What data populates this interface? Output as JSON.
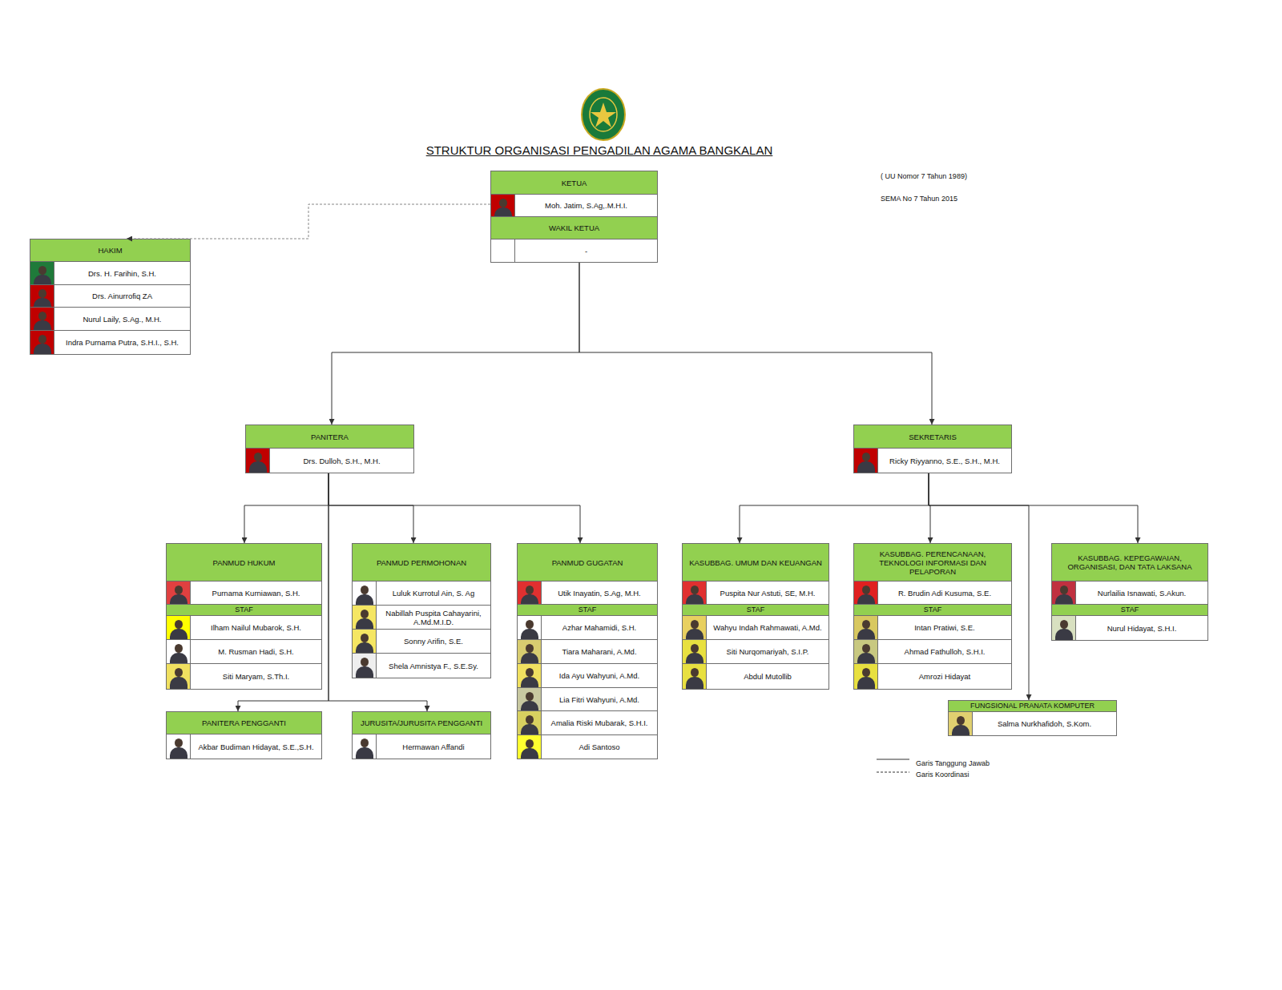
{
  "diagram": {
    "title": "STRUKTUR ORGANISASI PENGADILAN AGAMA BANGKALAN",
    "nodes": [
      {
        "text": [
          "KETUA",
          "Moh. Jatim, S.Ag,.M.H.I.",
          "WAKIL KETUA",
          "-"
        ]
      },
      {
        "text": [
          "HAKIM",
          "Drs. H. Farihin, S.H.",
          "Drs. Ainurrofiq ZA",
          "Nurul Laily, S.Ag., M.H.",
          "Indra Purnama Putra, S.H.I., S.H."
        ]
      },
      {
        "text": [
          "PANITERA",
          "Drs. Dulloh, S.H., M.H."
        ]
      },
      {
        "text": [
          "SEKRETARIS",
          "Ricky Riyyanno, S.E., S.H., M.H."
        ]
      },
      {
        "text": [
          "PANMUD HUKUM",
          "Purnama Kurniawan, S.H.",
          "STAF",
          "Ilham Nailul Mubarok, S.H.",
          "M. Rusman Hadi, S.H.",
          "Siti Maryam, S.Th.I."
        ]
      },
      {
        "text": [
          "PANMUD PERMOHONAN",
          "Luluk Kurrotul Ain, S. Ag",
          "Nabillah Puspita Cahayarini, A.Md.M.I.D.",
          "Sonny Arifin, S.E.",
          "Shela Amnistya F., S.E.Sy."
        ]
      },
      {
        "text": [
          "PANMUD GUGATAN",
          "Utik Inayatin, S.Ag, M.H.",
          "STAF",
          "Azhar Mahamidi, S.H.",
          "Tiara Maharani, A.Md.",
          "Ida Ayu Wahyuni, A.Md.",
          "Lia Fitri Wahyuni, A.Md.",
          "Amalia Riski Mubarak, S.H.I.",
          "Adi Santoso"
        ]
      },
      {
        "text": [
          "KASUBBAG. UMUM DAN KEUANGAN",
          "Puspita Nur Astuti, SE, M.H.",
          "STAF",
          "Wahyu Indah Rahmawati, A.Md.",
          "Siti Nurqomariyah, S.I.P.",
          "Abdul Mutollib"
        ]
      },
      {
        "text": [
          "KASUBBAG. PERENCANAAN, TEKNOLOGI INFORMASI DAN PELAPORAN",
          "R. Brudin Adi Kusuma, S.E.",
          "STAF",
          "Intan Pratiwi, S.E.",
          "Ahmad Fathulloh, S.H.I.",
          "Amrozi Hidayat"
        ]
      },
      {
        "text": [
          "KASUBBAG. KEPEGAWAIAN, ORGANISASI, DAN TATA LAKSANA",
          "Nurlailia Isnawati, S.Akun.",
          "STAF",
          "Nurul Hidayat, S.H.I."
        ]
      },
      {
        "text": [
          "FUNGSIONAL PRANATA KOMPUTER",
          "Salma Nurkhafidoh, S.Kom."
        ]
      },
      {
        "text": [
          "PANITERA PENGGANTI",
          "Akbar Budiman Hidayat, S.E.,S.H."
        ]
      },
      {
        "text": [
          "JURUSITA/JURUSITA PENGGANTI",
          "Hermawan Affandi"
        ]
      }
    ],
    "edges": [
      {
        "from": 0,
        "to": 1,
        "arrow": "to"
      },
      {
        "from": 0,
        "to": 2,
        "arrow": "to"
      },
      {
        "from": 0,
        "to": 3,
        "arrow": "to"
      },
      {
        "from": 2,
        "to": 4,
        "arrow": "to"
      },
      {
        "from": 2,
        "to": 5,
        "arrow": "to"
      },
      {
        "from": 2,
        "to": 6,
        "arrow": "to"
      },
      {
        "from": 2,
        "to": 11,
        "arrow": "to"
      },
      {
        "from": 2,
        "to": 12,
        "arrow": "to"
      },
      {
        "from": 3,
        "to": 7,
        "arrow": "to"
      },
      {
        "from": 3,
        "to": 8,
        "arrow": "to"
      },
      {
        "from": 3,
        "to": 9,
        "arrow": "to"
      },
      {
        "from": 3,
        "to": 10,
        "arrow": "to"
      }
    ],
    "labels": [
      "( UU Nomor 7 Tahun 1989)",
      "SEMA No 7 Tahun 2015"
    ],
    "legend": [
      {
        "text": "Garis Tanggung Jawab"
      },
      {
        "text": "Garis Koordinasi"
      }
    ]
  }
}
